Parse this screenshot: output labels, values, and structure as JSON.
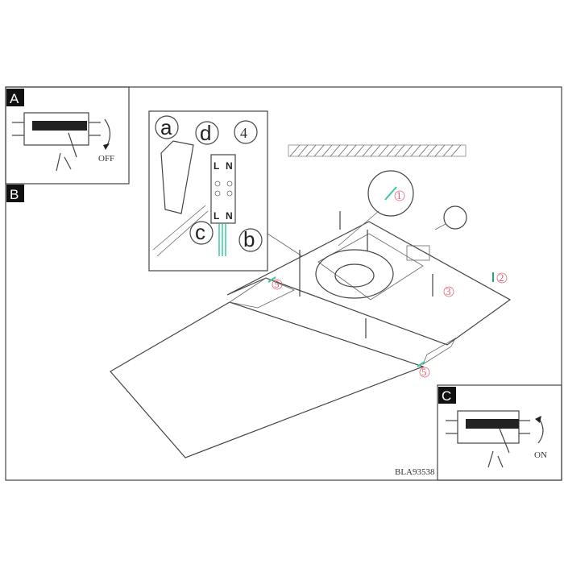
{
  "panels": {
    "A": {
      "label": "A",
      "action": "OFF"
    },
    "B": {
      "label": "B"
    },
    "C": {
      "label": "C",
      "action": "ON"
    }
  },
  "inset": {
    "step": "4",
    "callouts": [
      "a",
      "b",
      "c",
      "d"
    ],
    "terminal_top": [
      "L",
      "N"
    ],
    "terminal_bottom": [
      "L",
      "N"
    ]
  },
  "steps": [
    "1",
    "2",
    "3",
    "5",
    "5"
  ],
  "model_code": "BLA93538",
  "colors": {
    "wire": "#3cc8a0",
    "step_number": "#e06070",
    "label_bg": "#111111"
  }
}
